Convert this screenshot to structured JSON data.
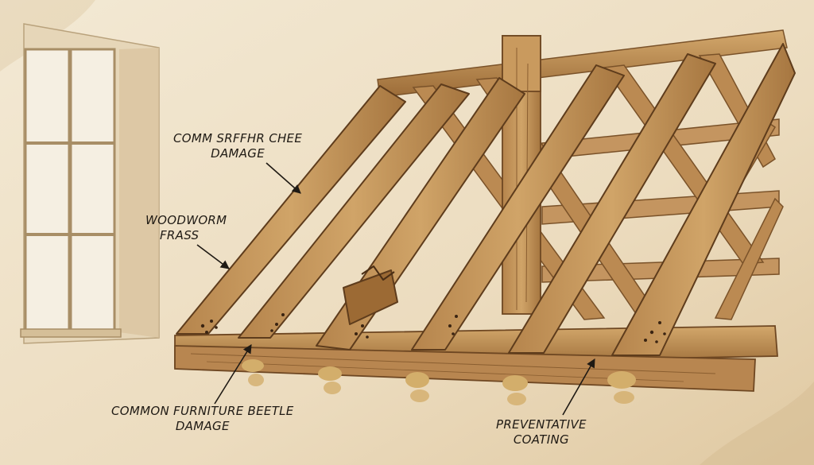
{
  "labels": {
    "upper_damage": [
      "COMM SRFFHR CHEE",
      "DAMAGE"
    ],
    "frass": [
      "WOODWORM",
      "FRASS"
    ],
    "beetle": [
      "COMMON FURNITURE BEETLE",
      "DAMAGE"
    ],
    "coating": [
      "PREVENTATIVE",
      "COATING"
    ]
  },
  "colors": {
    "paper": "#efe3cc",
    "wood_light": "#c99a5e",
    "wood_dark": "#8a5e30",
    "ink": "#3a2a1a",
    "frass": "#d9b877"
  }
}
